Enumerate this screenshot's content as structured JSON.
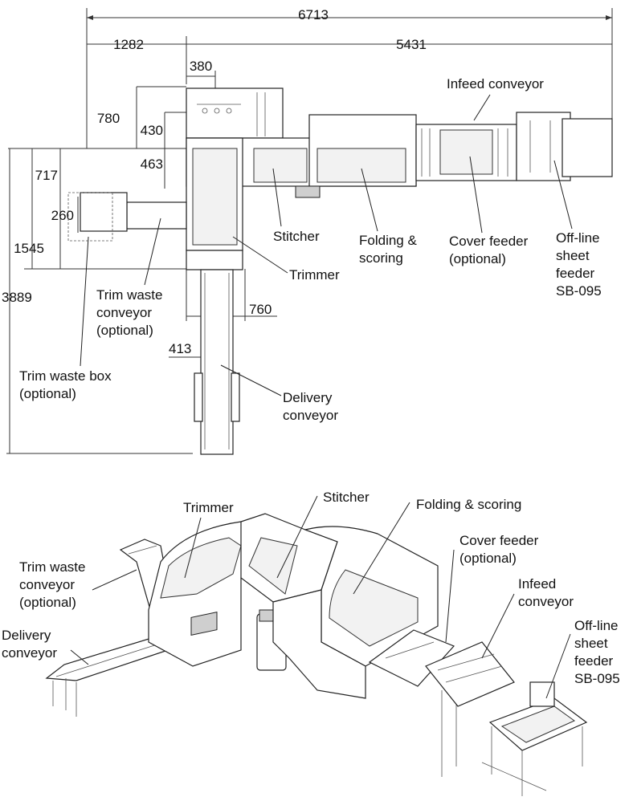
{
  "plan": {
    "dimensions": {
      "total_width": "6713",
      "left_width": "1282",
      "right_width": "5431",
      "head_width": "380",
      "head_depth": "780",
      "upper_depth": "430",
      "mid_depth": "463",
      "side_depth_717": "717",
      "waste_depth": "260",
      "depth_1545": "1545",
      "total_depth": "3889",
      "trimmer_width": "760",
      "delivery_width": "413"
    },
    "labels": {
      "infeed": "Infeed conveyor",
      "stitcher": "Stitcher",
      "folding_1": "Folding &",
      "folding_2": "scoring",
      "cover_1": "Cover feeder",
      "cover_2": "(optional)",
      "offline_1": "Off-line",
      "offline_2": "sheet",
      "offline_3": "feeder",
      "offline_4": "SB-095",
      "trimmer": "Trimmer",
      "trimwaste_1": "Trim waste",
      "trimwaste_2": "conveyor",
      "trimwaste_3": "(optional)",
      "wastebox_1": "Trim waste box",
      "wastebox_2": "(optional)",
      "delivery_1": "Delivery",
      "delivery_2": "conveyor"
    }
  },
  "iso": {
    "labels": {
      "trimmer": "Trimmer",
      "stitcher": "Stitcher",
      "folding": "Folding & scoring",
      "cover_1": "Cover feeder",
      "cover_2": "(optional)",
      "infeed_1": "Infeed",
      "infeed_2": "conveyor",
      "offline_1": "Off-line",
      "offline_2": "sheet",
      "offline_3": "feeder",
      "offline_4": "SB-095",
      "trimwaste_1": "Trim waste",
      "trimwaste_2": "conveyor",
      "trimwaste_3": "(optional)",
      "delivery_1": "Delivery",
      "delivery_2": "conveyor"
    }
  },
  "colors": {
    "line": "#333333",
    "text": "#111111",
    "panel": "#f2f2f2"
  }
}
